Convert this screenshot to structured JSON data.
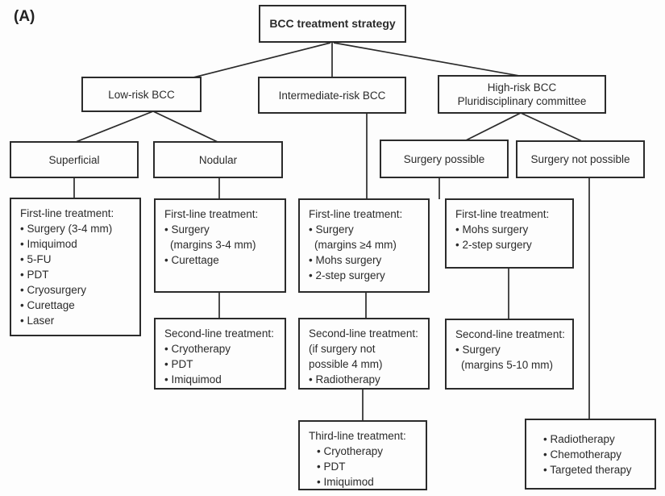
{
  "figure_label": "(A)",
  "colors": {
    "line": "#2b2b2b",
    "text": "#2b2b2b",
    "background": "#ffffff"
  },
  "nodes": {
    "root": {
      "label": "BCC treatment strategy"
    },
    "low_risk": {
      "label": "Low-risk BCC"
    },
    "intermediate_risk": {
      "label": "Intermediate-risk BCC"
    },
    "high_risk": {
      "line1": "High-risk BCC",
      "line2": "Pluridisciplinary committee"
    },
    "superficial": {
      "label": "Superficial"
    },
    "nodular": {
      "label": "Nodular"
    },
    "surgery_possible": {
      "label": "Surgery possible"
    },
    "surgery_not_possible": {
      "label": "Surgery not possible"
    },
    "superficial_first": {
      "title": "First-line treatment:",
      "items": [
        "• Surgery (3-4 mm)",
        "• Imiquimod",
        "• 5-FU",
        "• PDT",
        "• Cryosurgery",
        "• Curettage",
        "• Laser"
      ]
    },
    "nodular_first": {
      "title": "First-line treatment:",
      "items": [
        "• Surgery",
        "(margins 3-4 mm)",
        "• Curettage"
      ]
    },
    "nodular_second": {
      "title": "Second-line treatment:",
      "items": [
        "• Cryotherapy",
        "• PDT",
        "• Imiquimod"
      ]
    },
    "intermediate_first": {
      "title": "First-line treatment:",
      "items": [
        "• Surgery",
        "(margins ≥4 mm)",
        "• Mohs surgery",
        "• 2-step surgery"
      ]
    },
    "intermediate_second": {
      "title": "Second-line treatment:",
      "items": [
        "(if surgery not",
        "possible 4 mm)",
        "• Radiotherapy"
      ]
    },
    "intermediate_third": {
      "title": "Third-line treatment:",
      "items": [
        "• Cryotherapy",
        "• PDT",
        "• Imiquimod"
      ]
    },
    "surgery_possible_first": {
      "title": "First-line treatment:",
      "items": [
        "• Mohs surgery",
        "• 2-step surgery"
      ]
    },
    "surgery_possible_second": {
      "title": "Second-line treatment:",
      "items": [
        "• Surgery",
        "(margins 5-10 mm)"
      ]
    },
    "not_possible_options": {
      "items": [
        "• Radiotherapy",
        "• Chemotherapy",
        "• Targeted therapy"
      ]
    }
  }
}
